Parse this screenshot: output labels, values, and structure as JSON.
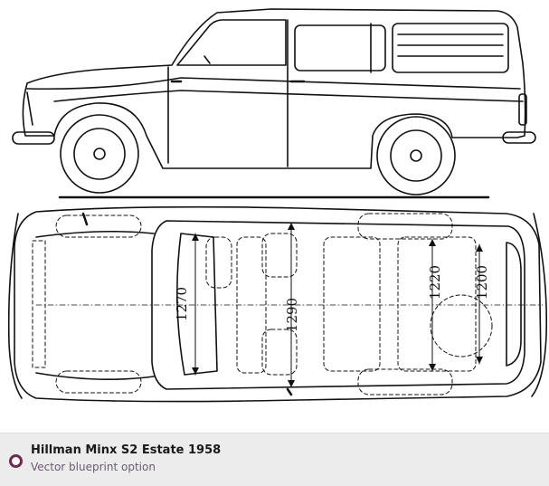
{
  "caption": {
    "title": "Hillman Minx S2 Estate 1958",
    "subtitle": "Vector blueprint option"
  },
  "dimensions": {
    "d1270": "1270",
    "d1290": "1290",
    "d1220": "1220",
    "d1200": "1200"
  },
  "colors": {
    "accent": "#6e2a4f",
    "caption_bg": "#ececec",
    "ink": "#111111"
  }
}
